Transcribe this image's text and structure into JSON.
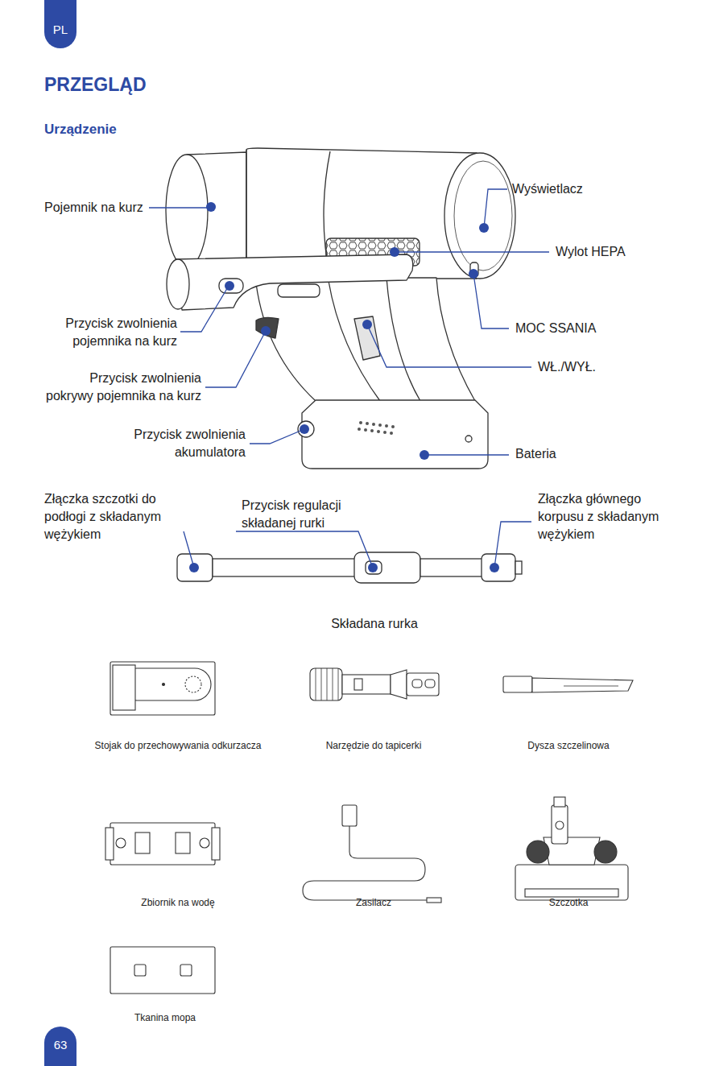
{
  "diagram": {
    "title": "PRZEGLĄD",
    "nodes": [
      {
        "text": [
          "PL"
        ]
      },
      {
        "text": [
          "63"
        ]
      }
    ],
    "labels": [
      "Urządzenie",
      "Pojemnik na kurz",
      "Wyświetlacz",
      "Wylot HEPA",
      "Przycisk zwolnienia pojemnika na kurz",
      "MOC SSANIA",
      "WŁ./WYŁ.",
      "Przycisk zwolnienia pokrywy pojemnika na kurz",
      "Przycisk zwolnienia akumulatora",
      "Bateria",
      "Złączka szczotki do podłogi z składanym wężykiem",
      "Przycisk regulacji składanej rurki",
      "Złączka głównego korpusu z składanym wężykiem",
      "Składana rurka",
      "Stojak do przechowywania odkurzacza",
      "Narzędzie do tapicerki",
      "Dysza szczelinowa",
      "Zbiornik na wodę",
      "Zasilacz",
      "Szczotka",
      "Tkanina mopa"
    ]
  }
}
